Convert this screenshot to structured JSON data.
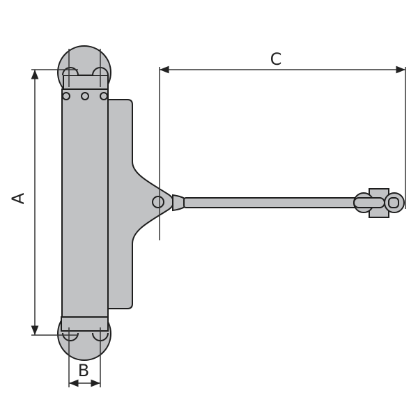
{
  "diagram": {
    "dimension_labels": {
      "a": "A",
      "b": "B",
      "c": "C"
    },
    "colors": {
      "body_fill": "#c1c2c4",
      "outline": "#1e1e1e",
      "dimension_line": "#333333"
    }
  }
}
